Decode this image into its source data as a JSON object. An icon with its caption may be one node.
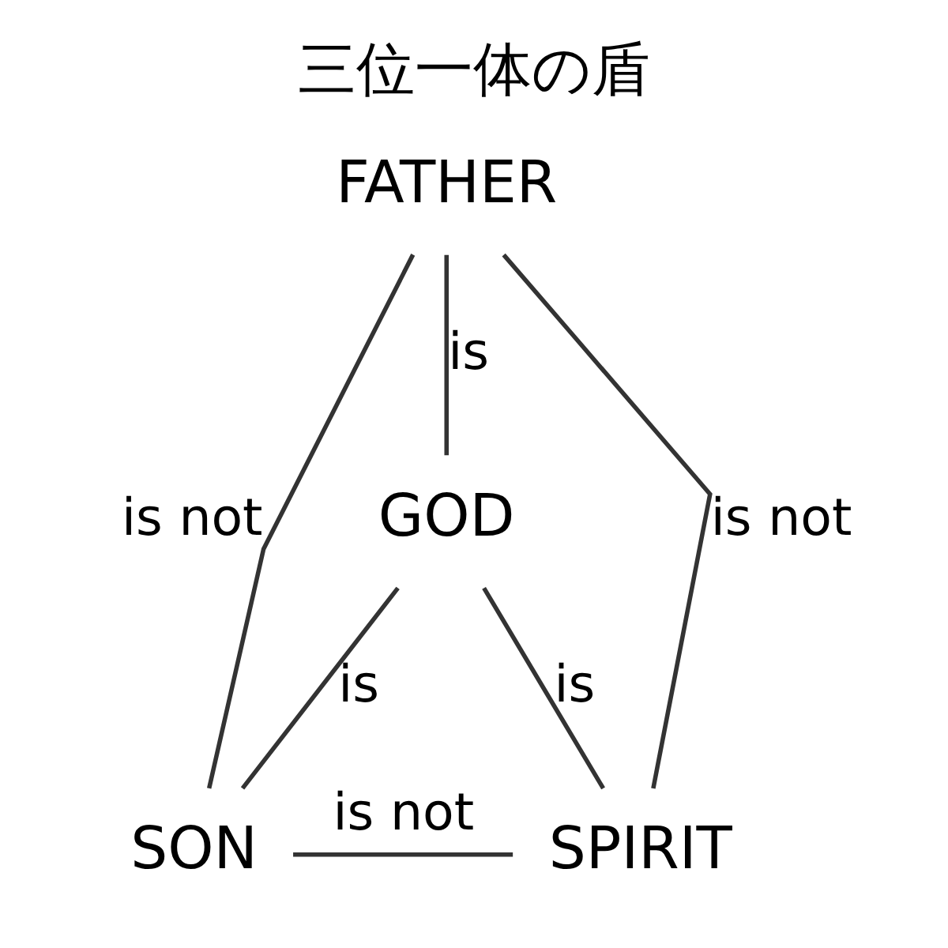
{
  "diagram": {
    "title": "三位一体の盾",
    "nodes": [
      {
        "text": [
          "FATHER"
        ]
      },
      {
        "text": [
          "GOD"
        ]
      },
      {
        "text": [
          "SON"
        ]
      },
      {
        "text": [
          "SPIRIT"
        ]
      }
    ],
    "edges": [
      {
        "from": 0,
        "to": 1,
        "arrow": "none",
        "label": "is"
      },
      {
        "from": 0,
        "to": 2,
        "arrow": "none",
        "label": "is not"
      },
      {
        "from": 0,
        "to": 3,
        "arrow": "none",
        "label": "is not"
      },
      {
        "from": 1,
        "to": 2,
        "arrow": "none",
        "label": "is"
      },
      {
        "from": 1,
        "to": 3,
        "arrow": "none",
        "label": "is"
      },
      {
        "from": 2,
        "to": 3,
        "arrow": "none",
        "label": "is not"
      }
    ]
  }
}
